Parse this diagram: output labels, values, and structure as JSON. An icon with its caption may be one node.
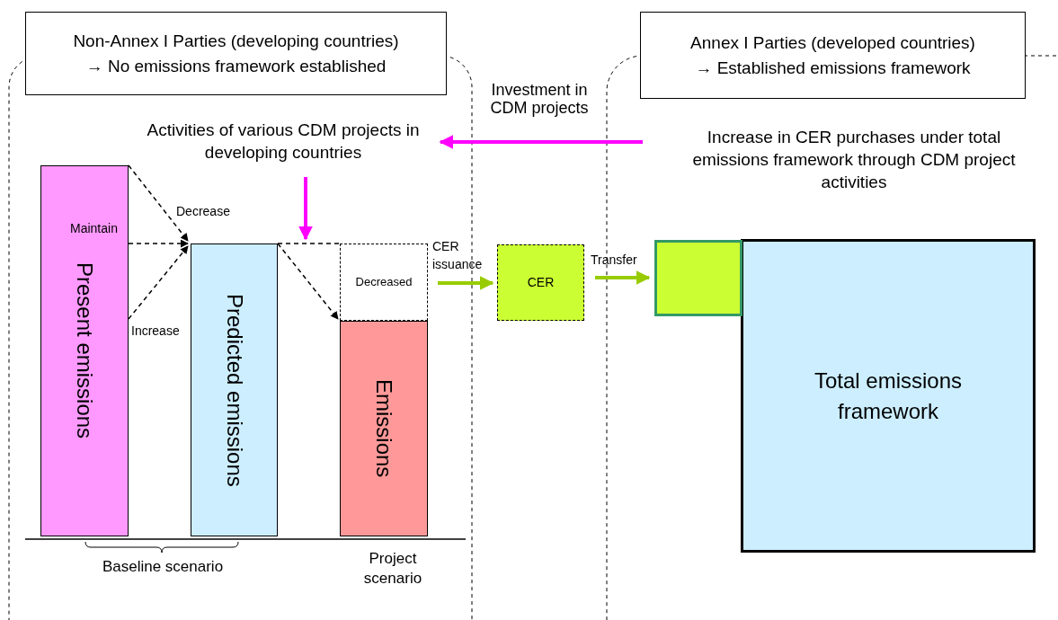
{
  "diagram": {
    "nodes": [
      {
        "text": [
          "Non-Annex I Parties (developing countries)",
          "→  No emissions framework established"
        ]
      },
      {
        "text": [
          "Annex I Parties (developed countries)",
          "→  Established emissions framework"
        ]
      },
      {
        "text": [
          "Activities of various CDM projects in developing countries"
        ]
      },
      {
        "text": [
          "Increase in CER purchases under total emissions framework through CDM project activities"
        ]
      },
      {
        "text": [
          "Present emissions"
        ]
      },
      {
        "text": [
          "Predicted emissions"
        ]
      },
      {
        "text": [
          "Decreased"
        ]
      },
      {
        "text": [
          "Emissions"
        ]
      },
      {
        "text": [
          "CER"
        ]
      },
      {
        "text": [],
        "shape": "box"
      },
      {
        "text": [
          "Total emissions framework"
        ]
      }
    ],
    "edges": [
      {
        "from": 3,
        "to": 2,
        "arrow": "to",
        "label": "Investment in CDM projects",
        "style": "thick",
        "color": "#ff00ff"
      },
      {
        "from": 2,
        "to": 5,
        "arrow": "to",
        "style": "thick",
        "color": "#ff00ff"
      },
      {
        "from": 4,
        "to": 5,
        "arrow": "to",
        "label": "Decrease",
        "style": "dashed"
      },
      {
        "from": 4,
        "to": 5,
        "arrow": "to",
        "label": "Maintain",
        "style": "dashed"
      },
      {
        "from": 4,
        "to": 5,
        "arrow": "to",
        "label": "Increase",
        "style": "dashed"
      },
      {
        "from": 5,
        "to": 7,
        "arrow": "to",
        "style": "dashed"
      },
      {
        "from": 5,
        "to": 6,
        "arrow": "none",
        "style": "dashed"
      },
      {
        "from": 6,
        "to": 8,
        "arrow": "to",
        "label": "CER issuance",
        "style": "thick",
        "color": "#99cc00"
      },
      {
        "from": 8,
        "to": 9,
        "arrow": "to",
        "label": "Transfer",
        "style": "thick",
        "color": "#99cc00"
      }
    ],
    "labels": [
      "Baseline scenario",
      "Project scenario"
    ]
  }
}
